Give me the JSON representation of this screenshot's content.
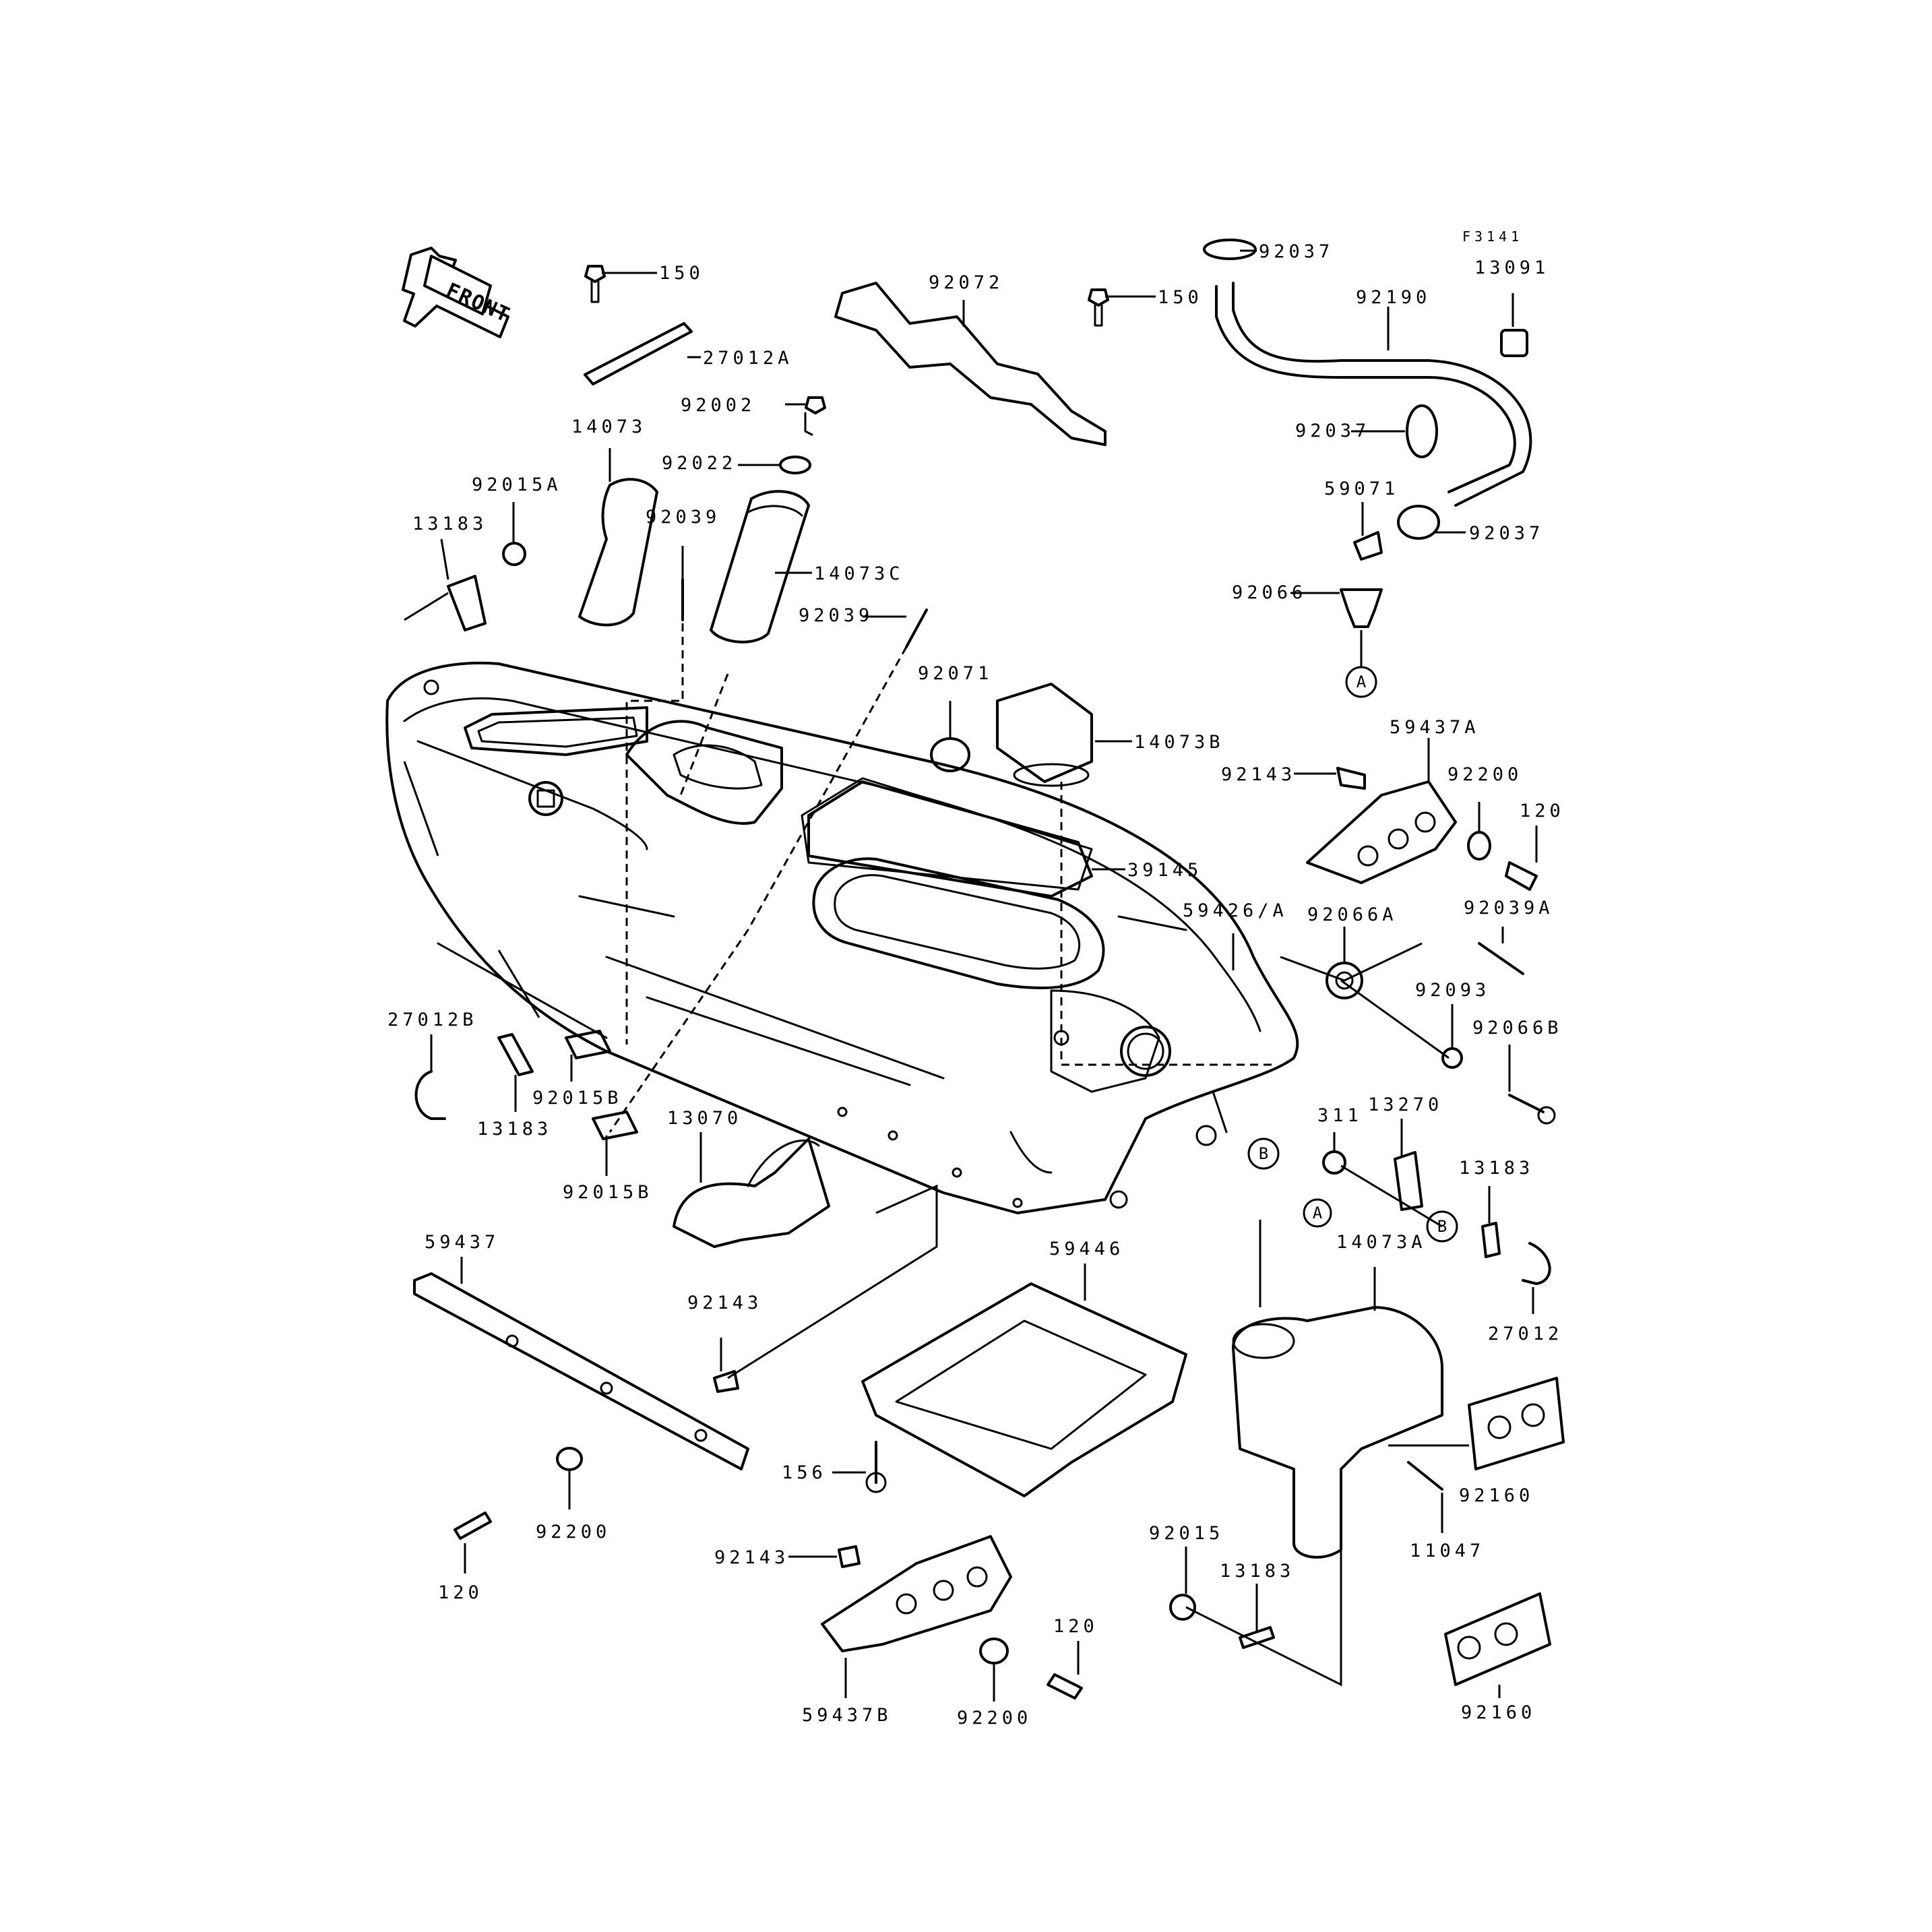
{
  "figure_code": "F3141",
  "front_label": "FRONT",
  "reference_markers": [
    "A",
    "B"
  ],
  "parts": {
    "p150_a": "150",
    "p150_b": "150",
    "p27012A": "27012A",
    "p92072": "92072",
    "p92037_top": "92037",
    "p92037_mid": "92037",
    "p92037_low": "92037",
    "p13091": "13091",
    "p92190": "92190",
    "p92002": "92002",
    "p14073": "14073",
    "p92022": "92022",
    "p92015A": "92015A",
    "p13183_a": "13183",
    "p92039_a": "92039",
    "p14073C": "14073C",
    "p92039_b": "92039",
    "p59071": "59071",
    "p92066": "92066",
    "p92071": "92071",
    "p14073B": "14073B",
    "p59437A": "59437A",
    "p92143_a": "92143",
    "p92200_a": "92200",
    "p120_a": "120",
    "p39145": "39145",
    "p59426A": "59426/A",
    "p92066A": "92066A",
    "p92039A": "92039A",
    "p92093": "92093",
    "p92066B": "92066B",
    "p27012B": "27012B",
    "p13183_b": "13183",
    "p92015B_a": "92015B",
    "p92015B_b": "92015B",
    "p13070": "13070",
    "p311": "311",
    "p13270": "13270",
    "p13183_c": "13183",
    "p14073A": "14073A",
    "p27012": "27012",
    "p59437": "59437",
    "p59446": "59446",
    "p92143_b": "92143",
    "p156": "156",
    "p92160_a": "92160",
    "p92200_b": "92200",
    "p120_b": "120",
    "p11047": "11047",
    "p92143_c": "92143",
    "p92015": "92015",
    "p13183_d": "13183",
    "p120_c": "120",
    "p59437B": "59437B",
    "p92200_c": "92200",
    "p92160_b": "92160"
  }
}
